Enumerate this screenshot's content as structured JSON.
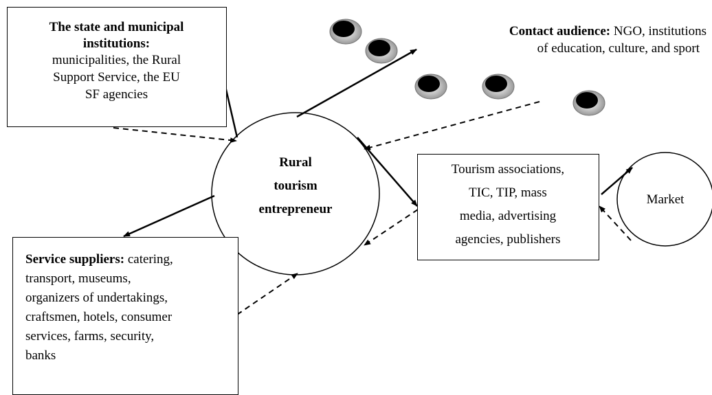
{
  "state": {
    "heading_line1": "The state and municipal",
    "heading_line2": "institutions:",
    "lines": [
      "municipalities, the Rural",
      "Support Service, the EU",
      "SF agencies"
    ]
  },
  "contact": {
    "heading": "Contact audience:",
    "line1_rest": " NGO, institutions",
    "line2": "of education, culture, and sport"
  },
  "center": {
    "lines": [
      "Rural",
      "tourism",
      "entrepreneur"
    ]
  },
  "associations": {
    "lines": [
      "Tourism associations,",
      "TIC, TIP, mass",
      "media, advertising",
      "agencies, publishers"
    ]
  },
  "market": {
    "label": "Market"
  },
  "suppliers": {
    "heading": "Service suppliers:",
    "line1_rest": " catering,",
    "lines": [
      "transport, museums,",
      "organizers of undertakings,",
      "craftsmen, hotels, consumer",
      "services, farms, security,",
      "banks"
    ]
  }
}
